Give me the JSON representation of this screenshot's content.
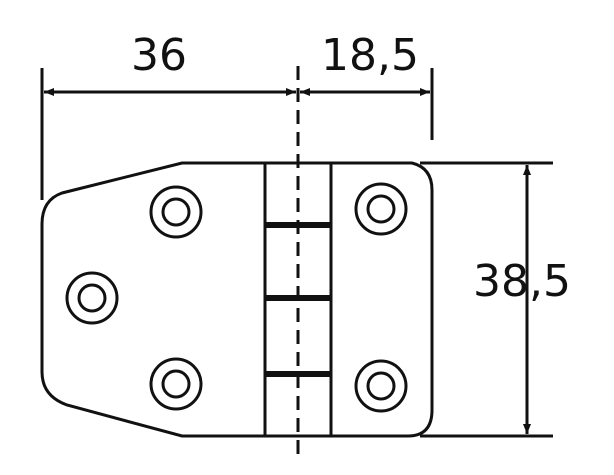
{
  "dimensions": {
    "left_leaf_width": "36",
    "right_leaf_width": "18,5",
    "height": "38,5"
  },
  "colors": {
    "line": "#111111",
    "background": "#ffffff"
  }
}
